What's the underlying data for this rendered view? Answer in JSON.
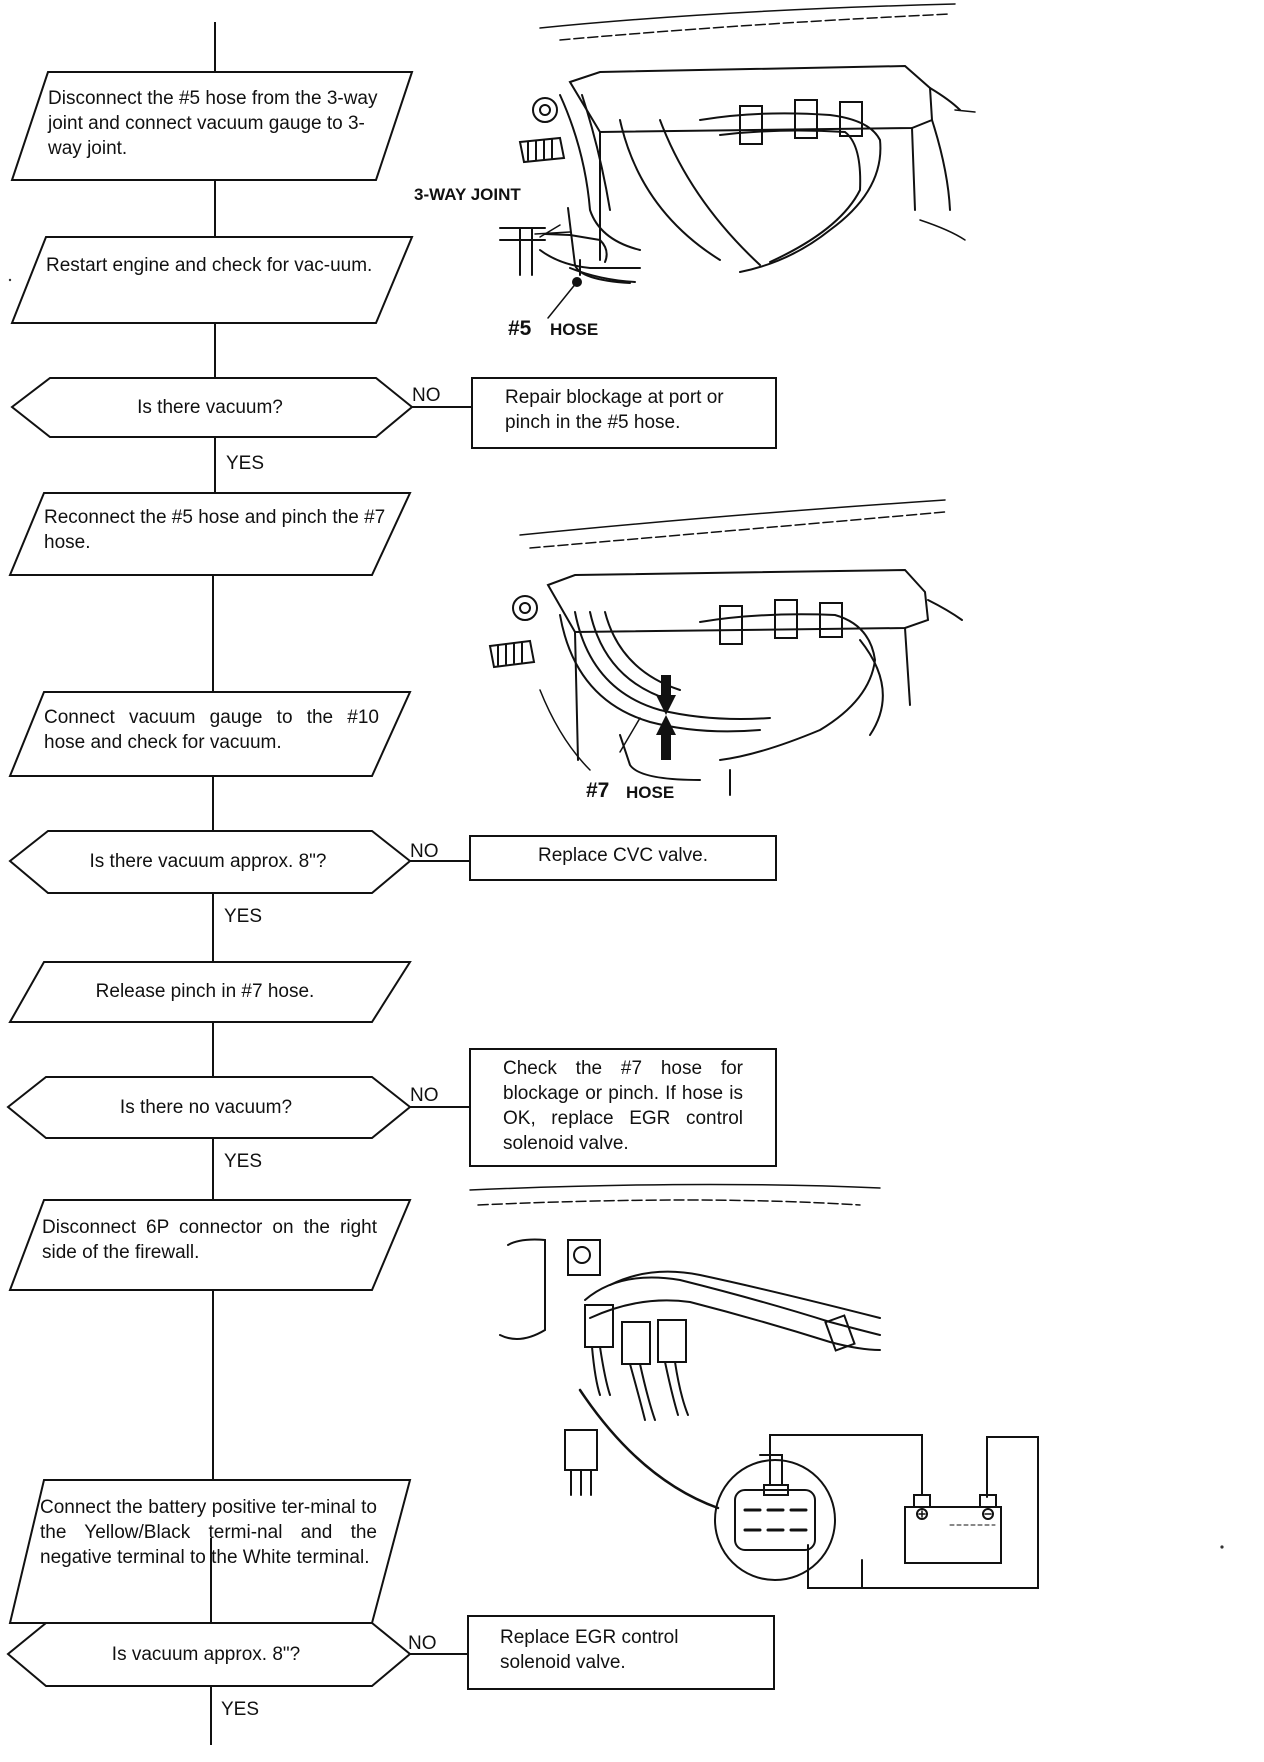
{
  "steps": {
    "s1": "Disconnect the #5 hose from the 3-way joint and connect vacuum gauge to 3-way joint.",
    "s2": "Restart engine and check for vac-uum.",
    "s3": "Reconnect the #5 hose and pinch the #7 hose.",
    "s4": "Connect vacuum gauge to the #10 hose and check for vacuum.",
    "s5": "Release pinch in #7 hose.",
    "s6": "Disconnect 6P connector on the right side of the firewall.",
    "s7": "Connect the battery positive ter-minal to the Yellow/Black termi-nal and the negative terminal to the White terminal."
  },
  "decisions": {
    "d1": "Is there vacuum?",
    "d2": "Is there vacuum approx. 8\"?",
    "d3": "Is there no vacuum?",
    "d4": "Is vacuum approx. 8\"?"
  },
  "actions": {
    "a1": "Repair blockage at port or pinch in the #5 hose.",
    "a2": "Replace CVC valve.",
    "a3": "Check the #7 hose for blockage or pinch. If hose is OK, replace EGR control solenoid valve.",
    "a4": "Replace EGR control solenoid valve."
  },
  "branch": {
    "yes": "YES",
    "no": "NO"
  },
  "figure_labels": {
    "three_way_joint": "3-WAY JOINT",
    "hose5_num": "#5",
    "hose5_word": "HOSE",
    "hose7_num": "#7",
    "hose7_word": "HOSE"
  }
}
